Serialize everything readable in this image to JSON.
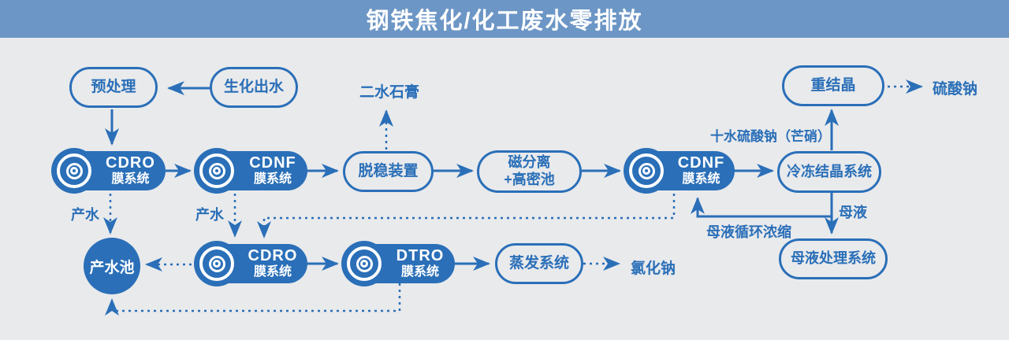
{
  "title": "钢铁焦化/化工废水零排放",
  "colors": {
    "banner": "#6c96c5",
    "primary": "#2a6fb8",
    "background": "#e9eaec",
    "node_text": "#ffffff"
  },
  "nodes": {
    "pretreatment": {
      "label": "预处理"
    },
    "biochemical_effluent": {
      "label": "生化出水"
    },
    "cdro_1": {
      "line1": "CDRO",
      "line2": "膜系统"
    },
    "cdnf_1": {
      "line1": "CDNF",
      "line2": "膜系统"
    },
    "destabilization": {
      "label": "脱稳装置"
    },
    "magnetic_separation": {
      "line1": "磁分离",
      "line2": "+高密池"
    },
    "cdnf_2": {
      "line1": "CDNF",
      "line2": "膜系统"
    },
    "freeze_crystallization": {
      "label": "冷冻结晶系统"
    },
    "recrystallization": {
      "label": "重结晶"
    },
    "product_water_pool": {
      "label": "产水池"
    },
    "cdro_2": {
      "line1": "CDRO",
      "line2": "膜系统"
    },
    "dtro": {
      "line1": "DTRO",
      "line2": "膜系统"
    },
    "evaporation": {
      "label": "蒸发系统"
    },
    "mother_liquor_treatment": {
      "label": "母液处理系统"
    }
  },
  "labels": {
    "dihydrate_gypsum": "二水石膏",
    "sodium_sulfate": "硫酸钠",
    "glauber_salt": "十水硫酸钠（芒硝）",
    "product_water_1": "产水",
    "product_water_2": "产水",
    "mother_liquor": "母液",
    "mother_liquor_recycle": "母液循环浓缩",
    "sodium_chloride": "氯化钠"
  },
  "icons": {
    "membrane": "disc-target-icon"
  }
}
